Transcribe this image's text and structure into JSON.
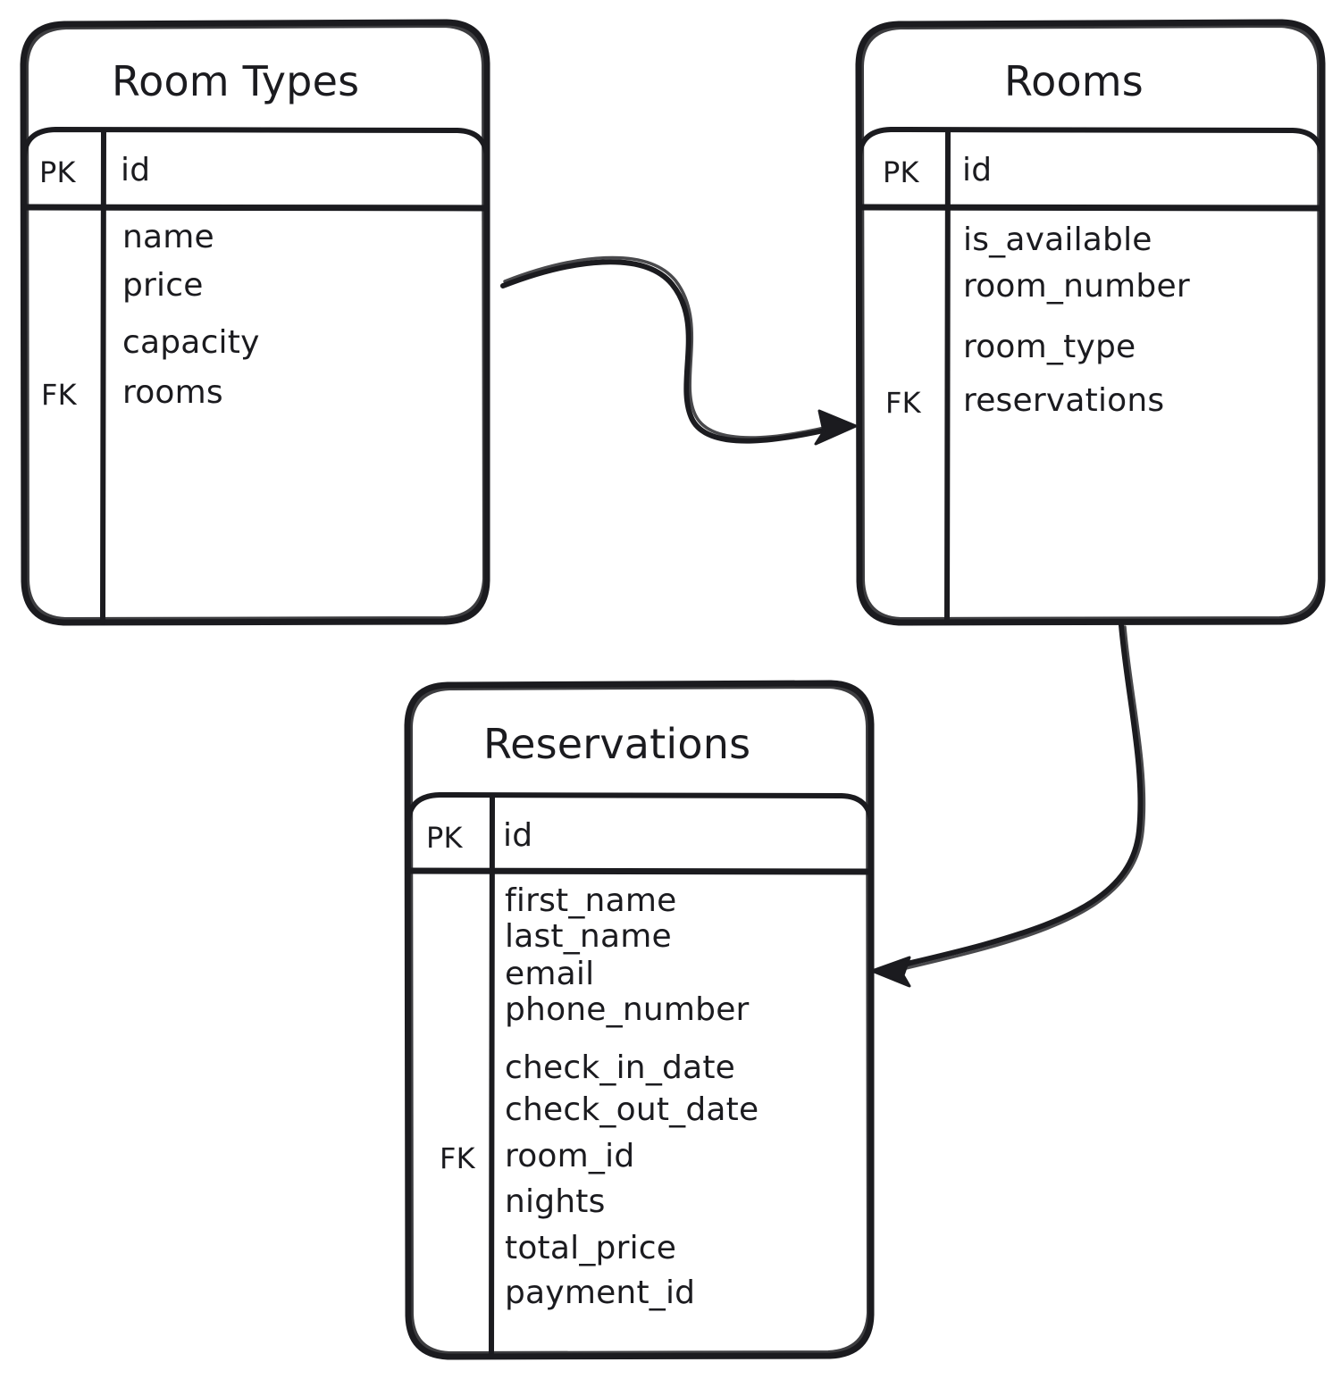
{
  "diagram": {
    "type": "entity-relationship-diagram",
    "style": "hand-drawn-sketch",
    "stroke_color": "#1b1b1f",
    "background_color": "#ffffff",
    "entities": [
      {
        "id": "room_types",
        "title": "Room Types",
        "primary_key": {
          "key_label": "PK",
          "field": "id"
        },
        "foreign_key_label": "FK",
        "foreign_key_field": "rooms",
        "attributes": [
          "name",
          "price",
          "capacity",
          "rooms"
        ]
      },
      {
        "id": "rooms",
        "title": "Rooms",
        "primary_key": {
          "key_label": "PK",
          "field": "id"
        },
        "foreign_key_label": "FK",
        "foreign_key_field": "reservations",
        "attributes": [
          "is_available",
          "room_number",
          "room_type",
          "reservations"
        ]
      },
      {
        "id": "reservations",
        "title": "Reservations",
        "primary_key": {
          "key_label": "PK",
          "field": "id"
        },
        "foreign_key_label": "FK",
        "foreign_key_field": "room_id",
        "attributes": [
          "first_name",
          "last_name",
          "email",
          "phone_number",
          "check_in_date",
          "check_out_date",
          "room_id",
          "nights",
          "total_price",
          "payment_id"
        ]
      }
    ],
    "relationships": [
      {
        "id": "rel-roomtypes-rooms",
        "from": "room_types",
        "to": "rooms",
        "arrow": "single-headed"
      },
      {
        "id": "rel-rooms-reservations",
        "from": "rooms",
        "to": "reservations",
        "arrow": "single-headed"
      }
    ]
  }
}
